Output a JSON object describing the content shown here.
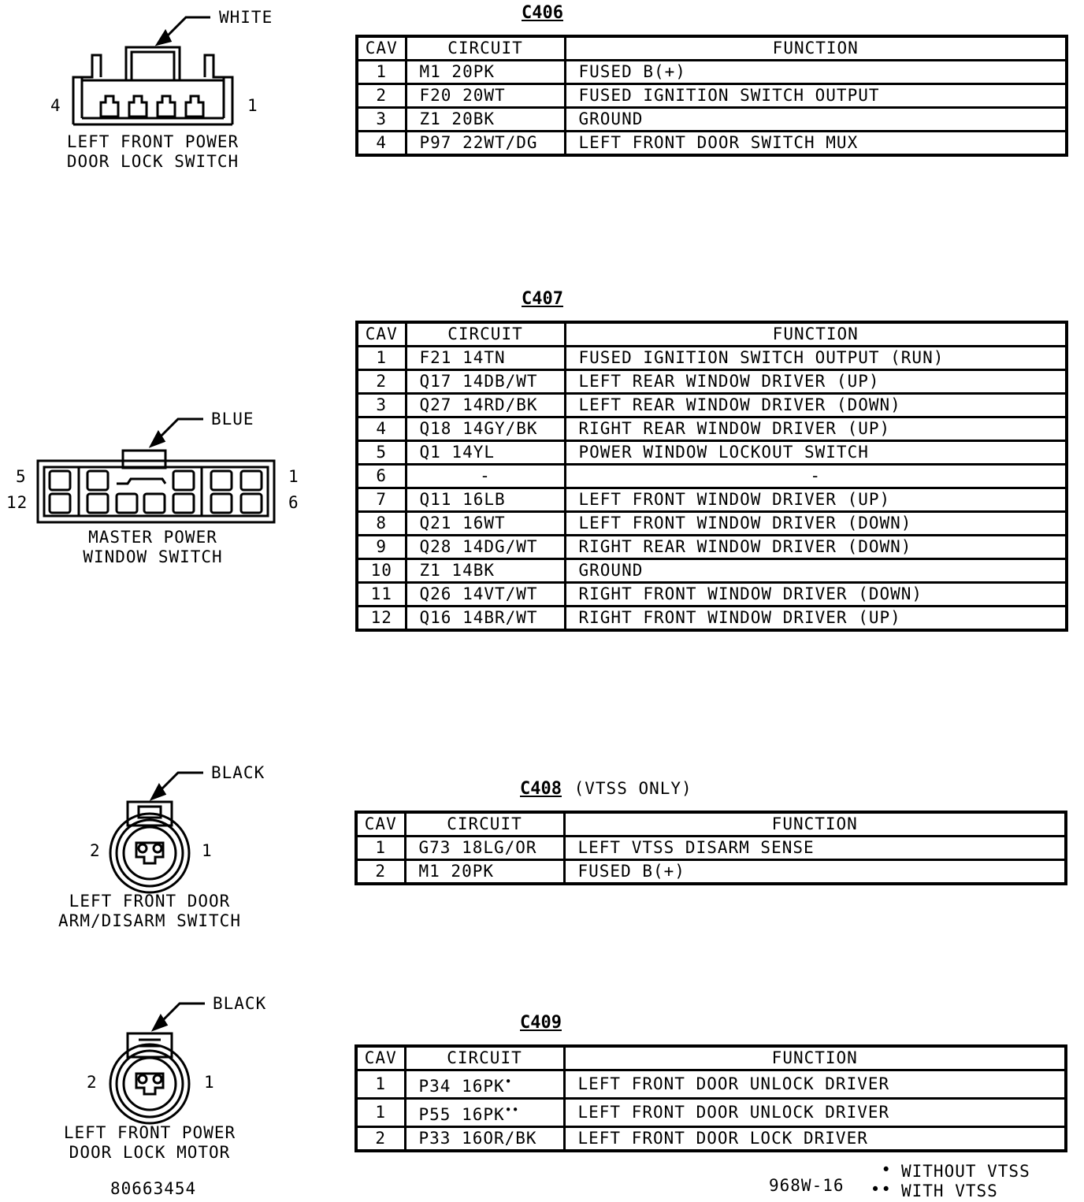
{
  "connectors": [
    {
      "id": "C406",
      "qualifier": "",
      "color": "WHITE",
      "pin_left": "4",
      "pin_right": "1",
      "name_lines": [
        "LEFT FRONT POWER",
        "DOOR LOCK SWITCH"
      ],
      "headers": [
        "CAV",
        "CIRCUIT",
        "FUNCTION"
      ],
      "rows": [
        {
          "cav": "1",
          "circuit": "M1 20PK",
          "function": "FUSED B(+)"
        },
        {
          "cav": "2",
          "circuit": "F20 20WT",
          "function": "FUSED IGNITION SWITCH OUTPUT"
        },
        {
          "cav": "3",
          "circuit": "Z1 20BK",
          "function": "GROUND"
        },
        {
          "cav": "4",
          "circuit": "P97 22WT/DG",
          "function": "LEFT FRONT DOOR SWITCH MUX"
        }
      ]
    },
    {
      "id": "C407",
      "qualifier": "",
      "color": "BLUE",
      "pin_labels": {
        "top_left": "5",
        "bottom_left": "12",
        "top_right": "1",
        "bottom_right": "6"
      },
      "name_lines": [
        "MASTER POWER",
        "WINDOW SWITCH"
      ],
      "headers": [
        "CAV",
        "CIRCUIT",
        "FUNCTION"
      ],
      "rows": [
        {
          "cav": "1",
          "circuit": "F21 14TN",
          "function": "FUSED IGNITION SWITCH OUTPUT (RUN)"
        },
        {
          "cav": "2",
          "circuit": "Q17 14DB/WT",
          "function": "LEFT REAR WINDOW DRIVER (UP)"
        },
        {
          "cav": "3",
          "circuit": "Q27 14RD/BK",
          "function": "LEFT REAR WINDOW DRIVER (DOWN)"
        },
        {
          "cav": "4",
          "circuit": "Q18 14GY/BK",
          "function": "RIGHT REAR WINDOW DRIVER (UP)"
        },
        {
          "cav": "5",
          "circuit": "Q1 14YL",
          "function": "POWER WINDOW LOCKOUT SWITCH"
        },
        {
          "cav": "6",
          "circuit": "-",
          "function": "-"
        },
        {
          "cav": "7",
          "circuit": "Q11 16LB",
          "function": "LEFT FRONT WINDOW DRIVER (UP)"
        },
        {
          "cav": "8",
          "circuit": "Q21 16WT",
          "function": "LEFT FRONT WINDOW DRIVER (DOWN)"
        },
        {
          "cav": "9",
          "circuit": "Q28 14DG/WT",
          "function": "RIGHT REAR WINDOW DRIVER (DOWN)"
        },
        {
          "cav": "10",
          "circuit": "Z1 14BK",
          "function": "GROUND"
        },
        {
          "cav": "11",
          "circuit": "Q26 14VT/WT",
          "function": "RIGHT FRONT WINDOW DRIVER (DOWN)"
        },
        {
          "cav": "12",
          "circuit": "Q16 14BR/WT",
          "function": "RIGHT FRONT WINDOW DRIVER (UP)"
        }
      ]
    },
    {
      "id": "C408",
      "qualifier": "(VTSS ONLY)",
      "color": "BLACK",
      "pin_left": "2",
      "pin_right": "1",
      "name_lines": [
        "LEFT FRONT DOOR",
        "ARM/DISARM SWITCH"
      ],
      "headers": [
        "CAV",
        "CIRCUIT",
        "FUNCTION"
      ],
      "rows": [
        {
          "cav": "1",
          "circuit": "G73 18LG/OR",
          "function": "LEFT VTSS DISARM SENSE"
        },
        {
          "cav": "2",
          "circuit": "M1 20PK",
          "function": "FUSED B(+)"
        }
      ]
    },
    {
      "id": "C409",
      "qualifier": "",
      "color": "BLACK",
      "pin_left": "2",
      "pin_right": "1",
      "name_lines": [
        "LEFT FRONT POWER",
        "DOOR LOCK MOTOR"
      ],
      "headers": [
        "CAV",
        "CIRCUIT",
        "FUNCTION"
      ],
      "rows": [
        {
          "cav": "1",
          "circuit": "P34 16PK",
          "mark": "•",
          "function": "LEFT FRONT DOOR UNLOCK DRIVER"
        },
        {
          "cav": "1",
          "circuit": "P55 16PK",
          "mark": "••",
          "function": "LEFT FRONT DOOR UNLOCK DRIVER"
        },
        {
          "cav": "2",
          "circuit": "P33 16OR/BK",
          "mark": "",
          "function": "LEFT FRONT DOOR LOCK DRIVER"
        }
      ]
    }
  ],
  "footer": {
    "part_number": "80663454",
    "figure_id": "968W-16",
    "legend": [
      {
        "mark": "•",
        "text": "WITHOUT VTSS"
      },
      {
        "mark": "••",
        "text": "WITH VTSS"
      }
    ]
  }
}
